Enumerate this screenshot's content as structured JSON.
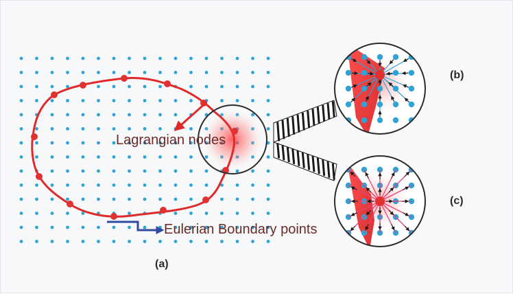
{
  "labels": {
    "lagrangian": "Lagrangian nodes",
    "eulerian": "Eulerian Boundary points",
    "panel_a": "(a)",
    "panel_b": "(b)",
    "panel_c": "(c)"
  },
  "colors": {
    "grid_dot": "#2fa3d6",
    "curve": "#e02a2a",
    "node": "#e23131",
    "arrow_blue": "#2f4aa0",
    "circle": "#2b2b2b",
    "label_text": "#6a2b27"
  }
}
